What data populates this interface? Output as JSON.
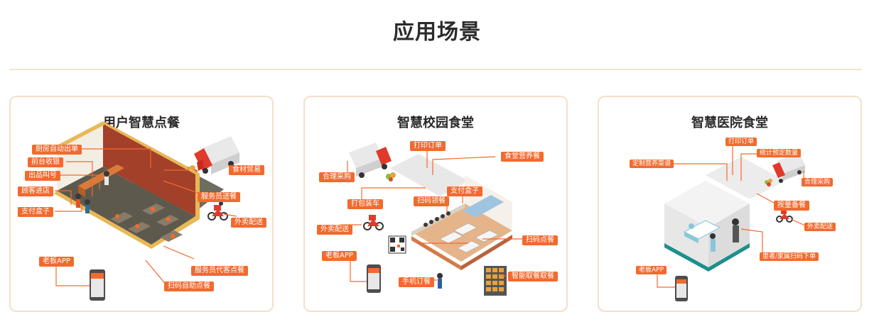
{
  "page": {
    "title": "应用场景"
  },
  "colors": {
    "accent": "#f26a2e",
    "card_border": "#f5dfc8",
    "divider": "#f6e3cf"
  },
  "cards": [
    {
      "title": "用户智慧点餐",
      "labels": {
        "kitchen_print": "厨房自动出单",
        "cashier": "前台收银",
        "call_number": "出品叫号",
        "customer_in": "顾客进店",
        "pay_box": "支付盒子",
        "boss_app": "老板APP",
        "food_trade": "食材贸易",
        "waiter_delivery": "服务员送餐",
        "takeout": "外卖配送",
        "waiter_order": "服务员代客点餐",
        "scan_order": "扫码自助点餐"
      }
    },
    {
      "title": "智慧校园食堂",
      "labels": {
        "print_order": "打印订单",
        "canteen_nutrition": "食堂营养餐",
        "purchase": "合理采购",
        "pay_box": "支付盒子",
        "pack_cart": "打包装车",
        "scan_pickup": "扫码领餐",
        "takeout": "外卖配送",
        "boss_app": "老板APP",
        "scan_order": "扫码点餐",
        "phone_order": "手机订餐",
        "smart_locker": "智能取餐取餐"
      }
    },
    {
      "title": "智慧医院食堂",
      "labels": {
        "print_order": "打印订单",
        "custom_menu": "定制营养菜谱",
        "count_preorder": "统计预定数量",
        "purchase": "合理采购",
        "prepare": "按量备餐",
        "takeout": "外卖配送",
        "boss_app": "老板APP",
        "patient_scan": "患者/家属扫码下单"
      }
    }
  ]
}
